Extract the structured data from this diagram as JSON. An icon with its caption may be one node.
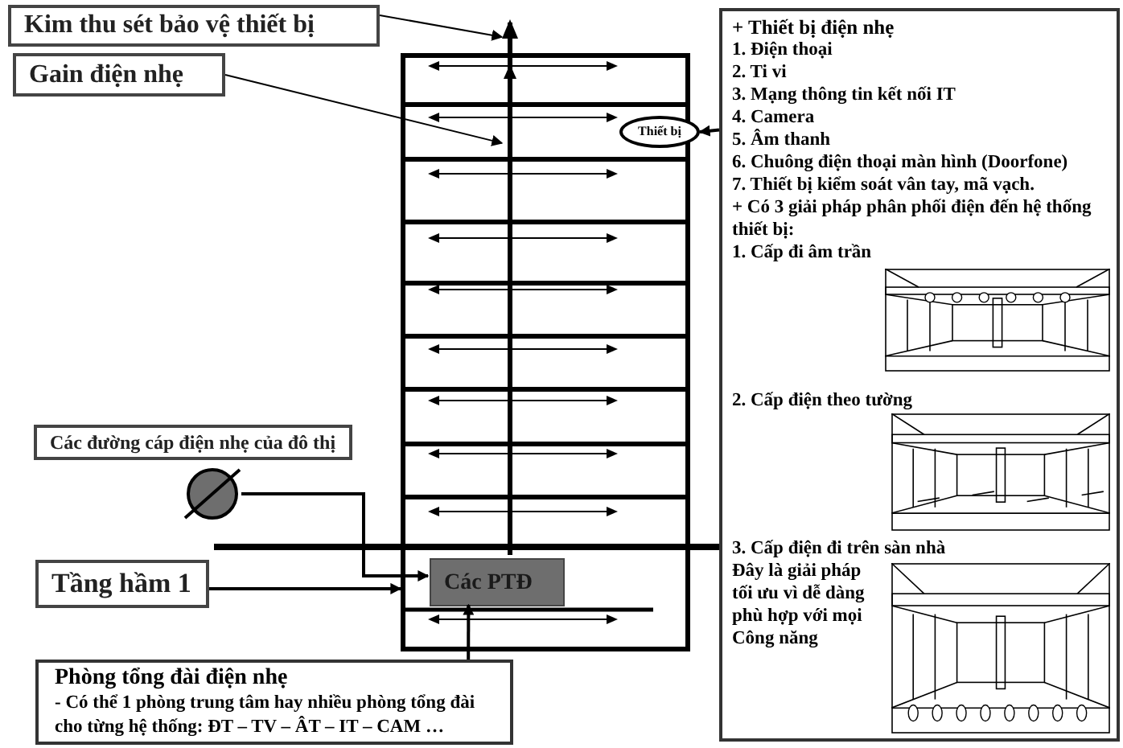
{
  "diagram": {
    "nodes": [
      {
        "text": [
          "Kim thu sét bảo vệ thiết bị"
        ]
      },
      {
        "text": [
          "Gain điện nhẹ"
        ]
      },
      {
        "text": [],
        "shape": "box"
      },
      {
        "text": [
          "Thiết bị"
        ]
      },
      {
        "text": [
          "+ Thiết bị điện nhẹ",
          "1. Điện thoại",
          "2. Ti vi",
          "3. Mạng thông tin kết nối IT",
          "4. Camera",
          "5. Âm thanh",
          "6. Chuông điện thoại màn hình (Doorfone)",
          "7. Thiết bị kiểm soát vân tay, mã vạch.",
          "+ Có 3 giải pháp phân phối điện đến hệ thống thiết bị:",
          "1. Cấp đi âm trần",
          "2. Cấp điện theo tường",
          "3. Cấp điện đi trên sàn nhà",
          "Đây là giải pháp tối ưu vì dễ dàng phù hợp với mọi Công năng"
        ]
      },
      {
        "text": [
          "Các đường cáp điện nhẹ của đô thị"
        ]
      },
      {
        "text": [],
        "shape": "circle"
      },
      {
        "text": [
          "Tầng hầm 1"
        ]
      },
      {
        "text": [
          "Các PTĐ"
        ],
        "in": 2
      },
      {
        "text": [],
        "shape": "bar"
      },
      {
        "text": [
          "Phòng tổng đài điện nhẹ",
          "- Có thể 1 phòng trung tâm hay nhiều phòng tổng đài cho từng hệ thống: ĐT – TV – ÂT – IT – CAM …"
        ]
      }
    ],
    "edges": [
      {
        "from": 0,
        "to": 9,
        "arrow": "to"
      },
      {
        "from": 1,
        "to": 9,
        "arrow": "to"
      },
      {
        "from": 4,
        "to": 3,
        "arrow": "to"
      },
      {
        "from": 6,
        "to": 8,
        "arrow": "to"
      },
      {
        "from": 7,
        "to": 2,
        "arrow": "to"
      },
      {
        "from": 10,
        "to": 8,
        "arrow": "to"
      }
    ]
  }
}
